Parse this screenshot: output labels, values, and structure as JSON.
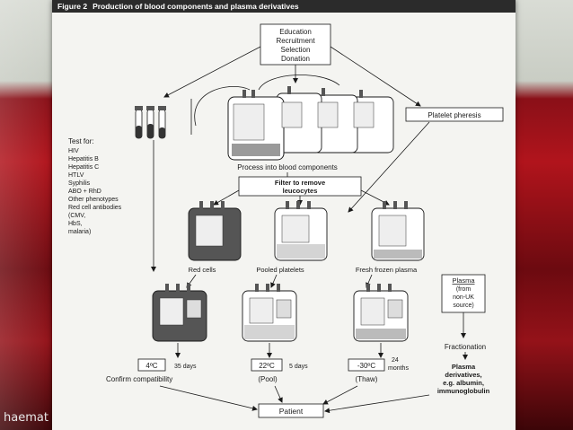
{
  "watermark": "haemat",
  "figure": {
    "label": "Figure 2",
    "title": "Production of blood components and plasma derivatives"
  },
  "nodes": {
    "donation": [
      "Education",
      "Recruitment",
      "Selection",
      "Donation"
    ],
    "test_for": [
      "Test for:",
      "HIV",
      "Hepatitis B",
      "Hepatitis C",
      "HTLV",
      "Syphilis",
      "ABO + RhD",
      "Other phenotypes",
      "Red cell antibodies",
      "(CMV,",
      "HbS,",
      "malaria)"
    ],
    "platelet_pheresis": "Platelet pheresis",
    "process": "Process into blood components",
    "filter": [
      "Filter to remove",
      "leucocytes"
    ],
    "red_cells": "Red cells",
    "pooled_platelets": "Pooled platelets",
    "ffp": "Fresh frozen plasma",
    "plasma_source": [
      "Plasma",
      "(from",
      "non-UK",
      "source)"
    ],
    "fractionation": "Fractionation",
    "storage": [
      {
        "temp": "4ºC",
        "duration": "35 days",
        "note": "Confirm compatibility"
      },
      {
        "temp": "22ºC",
        "duration": "5 days",
        "note": "(Pool)"
      },
      {
        "temp": "-30ºC",
        "duration": "24",
        "duration2": "months",
        "note": "(Thaw)"
      }
    ],
    "plasma_derivatives": [
      "Plasma",
      "derivatives,",
      "e.g. albumin,",
      "immunoglobulin"
    ],
    "patient": "Patient"
  },
  "colors": {
    "ink": "#1a1a1a",
    "sheet": "#f4f4f1",
    "title_bar": "#2b2b2b",
    "red_cells_fill": "#555555"
  }
}
